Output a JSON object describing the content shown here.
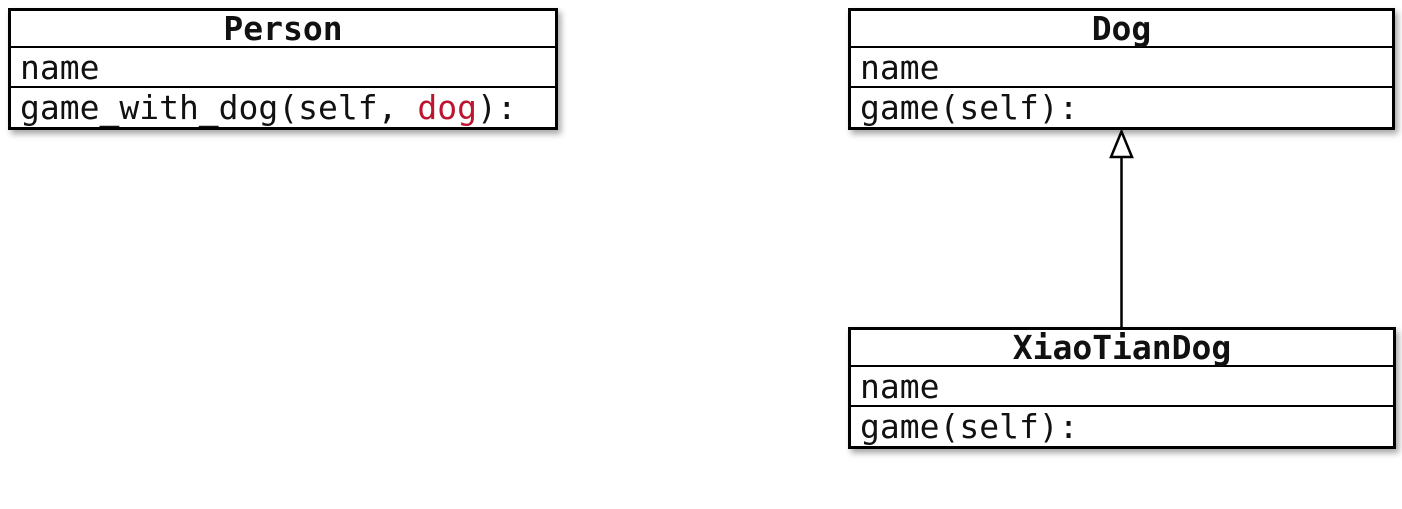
{
  "diagram": {
    "classes": [
      {
        "name": "Person",
        "attributes": [
          "name"
        ],
        "method": {
          "prefix": "game_with_dog(self, ",
          "param": "dog",
          "suffix": "):"
        }
      },
      {
        "name": "Dog",
        "attributes": [
          "name"
        ],
        "method": {
          "prefix": "game(self):",
          "param": "",
          "suffix": ""
        }
      },
      {
        "name": "XiaoTianDog",
        "attributes": [
          "name"
        ],
        "method": {
          "prefix": "game(self):",
          "param": "",
          "suffix": ""
        }
      }
    ],
    "relationship": {
      "type": "inheritance",
      "from": "XiaoTianDog",
      "to": "Dog"
    }
  },
  "colors": {
    "param_highlight": "#bd142f",
    "border": "#000000",
    "box_background": "#ffffff",
    "page_background": "#ffffff"
  }
}
